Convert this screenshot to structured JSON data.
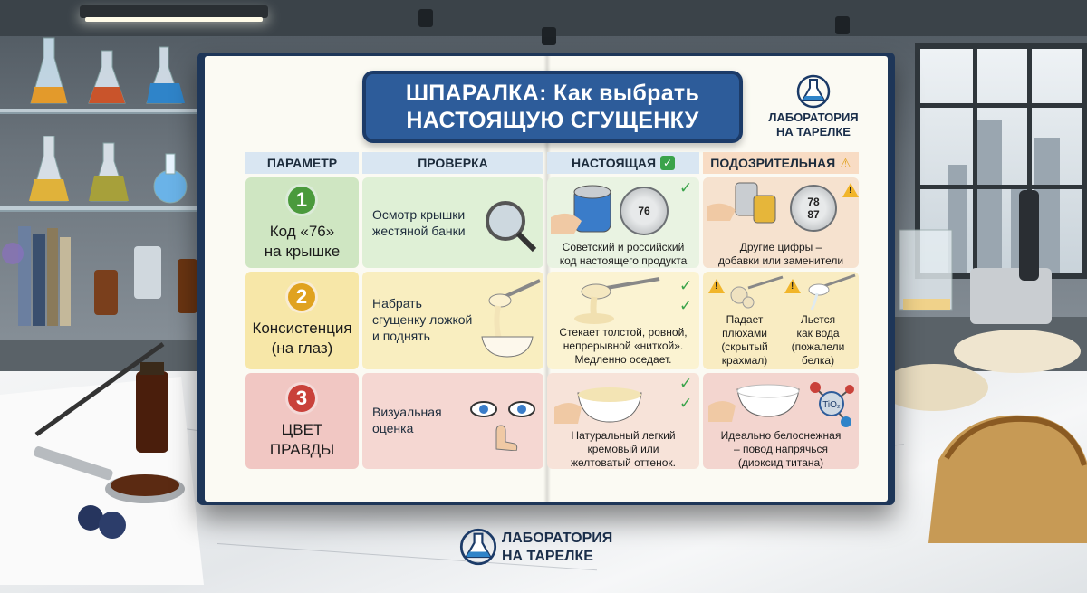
{
  "title": {
    "line1": "ШПАРАЛКА: Как выбрать",
    "line2": "НАСТОЯЩУЮ СГУЩЕНКУ"
  },
  "brand": {
    "line1": "ЛАБОРАТОРИЯ",
    "line2": "НА ТАРЕЛКЕ"
  },
  "headers": {
    "param": "ПАРАМЕТР",
    "check": "ПРОВЕРКА",
    "real": "НАСТОЯЩАЯ",
    "suspicious": "ПОДОЗРИТЕЛЬНАЯ"
  },
  "colors": {
    "row1": "#cfe6c2",
    "row1_num": "#4a9a3c",
    "row2": "#f7e7a8",
    "row2_num": "#e0a21f",
    "row3": "#f1c7c3",
    "row3_num": "#c9413a",
    "header_bg": "#d9e6f2",
    "title_bg": "#2d5c9a",
    "check_green": "#3aa34a",
    "warn_yellow": "#f1b52a"
  },
  "rows": [
    {
      "number": "1",
      "param_line1": "Код «76»",
      "param_line2": "на крышке",
      "check_line1": "Осмотр крышки",
      "check_line2": "жестяной банки",
      "check_icon": "magnifier-icon",
      "real_lid": "76",
      "real_cap_line1": "Советский и российский",
      "real_cap_line2": "код настоящего продукта",
      "susp_lid_top": "78",
      "susp_lid_bottom": "87",
      "susp_cap_line1": "Другие цифры –",
      "susp_cap_line2": "добавки или заменители"
    },
    {
      "number": "2",
      "param_line1": "Консистенция",
      "param_line2": "(на глаз)",
      "check_line1": "Набрать",
      "check_line2": "сгущенку ложкой",
      "check_line3": "и поднять",
      "check_icon": "spoon-bowl-icon",
      "real_cap_line1": "Стекает толстой, ровной,",
      "real_cap_line2": "непрерывной «ниткой».",
      "real_cap_line3": "Медленно оседает.",
      "susp_a_line1": "Падает",
      "susp_a_line2": "плюхами",
      "susp_a_line3": "(скрытый",
      "susp_a_line4": "крахмал)",
      "susp_b_line1": "Льется",
      "susp_b_line2": "как вода",
      "susp_b_line3": "(пожалели",
      "susp_b_line4": "белка)"
    },
    {
      "number": "3",
      "param_line1": "ЦВЕТ",
      "param_line2": "ПРАВДЫ",
      "check_line1": "Визуальная",
      "check_line2": "оценка",
      "check_icon": "eyes-icon",
      "real_cap_line1": "Натуральный легкий",
      "real_cap_line2": "кремовый или",
      "real_cap_line3": "желтоватый оттенок.",
      "susp_cap_line1": "Идеально белоснежная",
      "susp_cap_line2": "– повод напрячься",
      "susp_cap_line3": "(диоксид титана)",
      "susp_badge": "TiO₂"
    }
  ]
}
